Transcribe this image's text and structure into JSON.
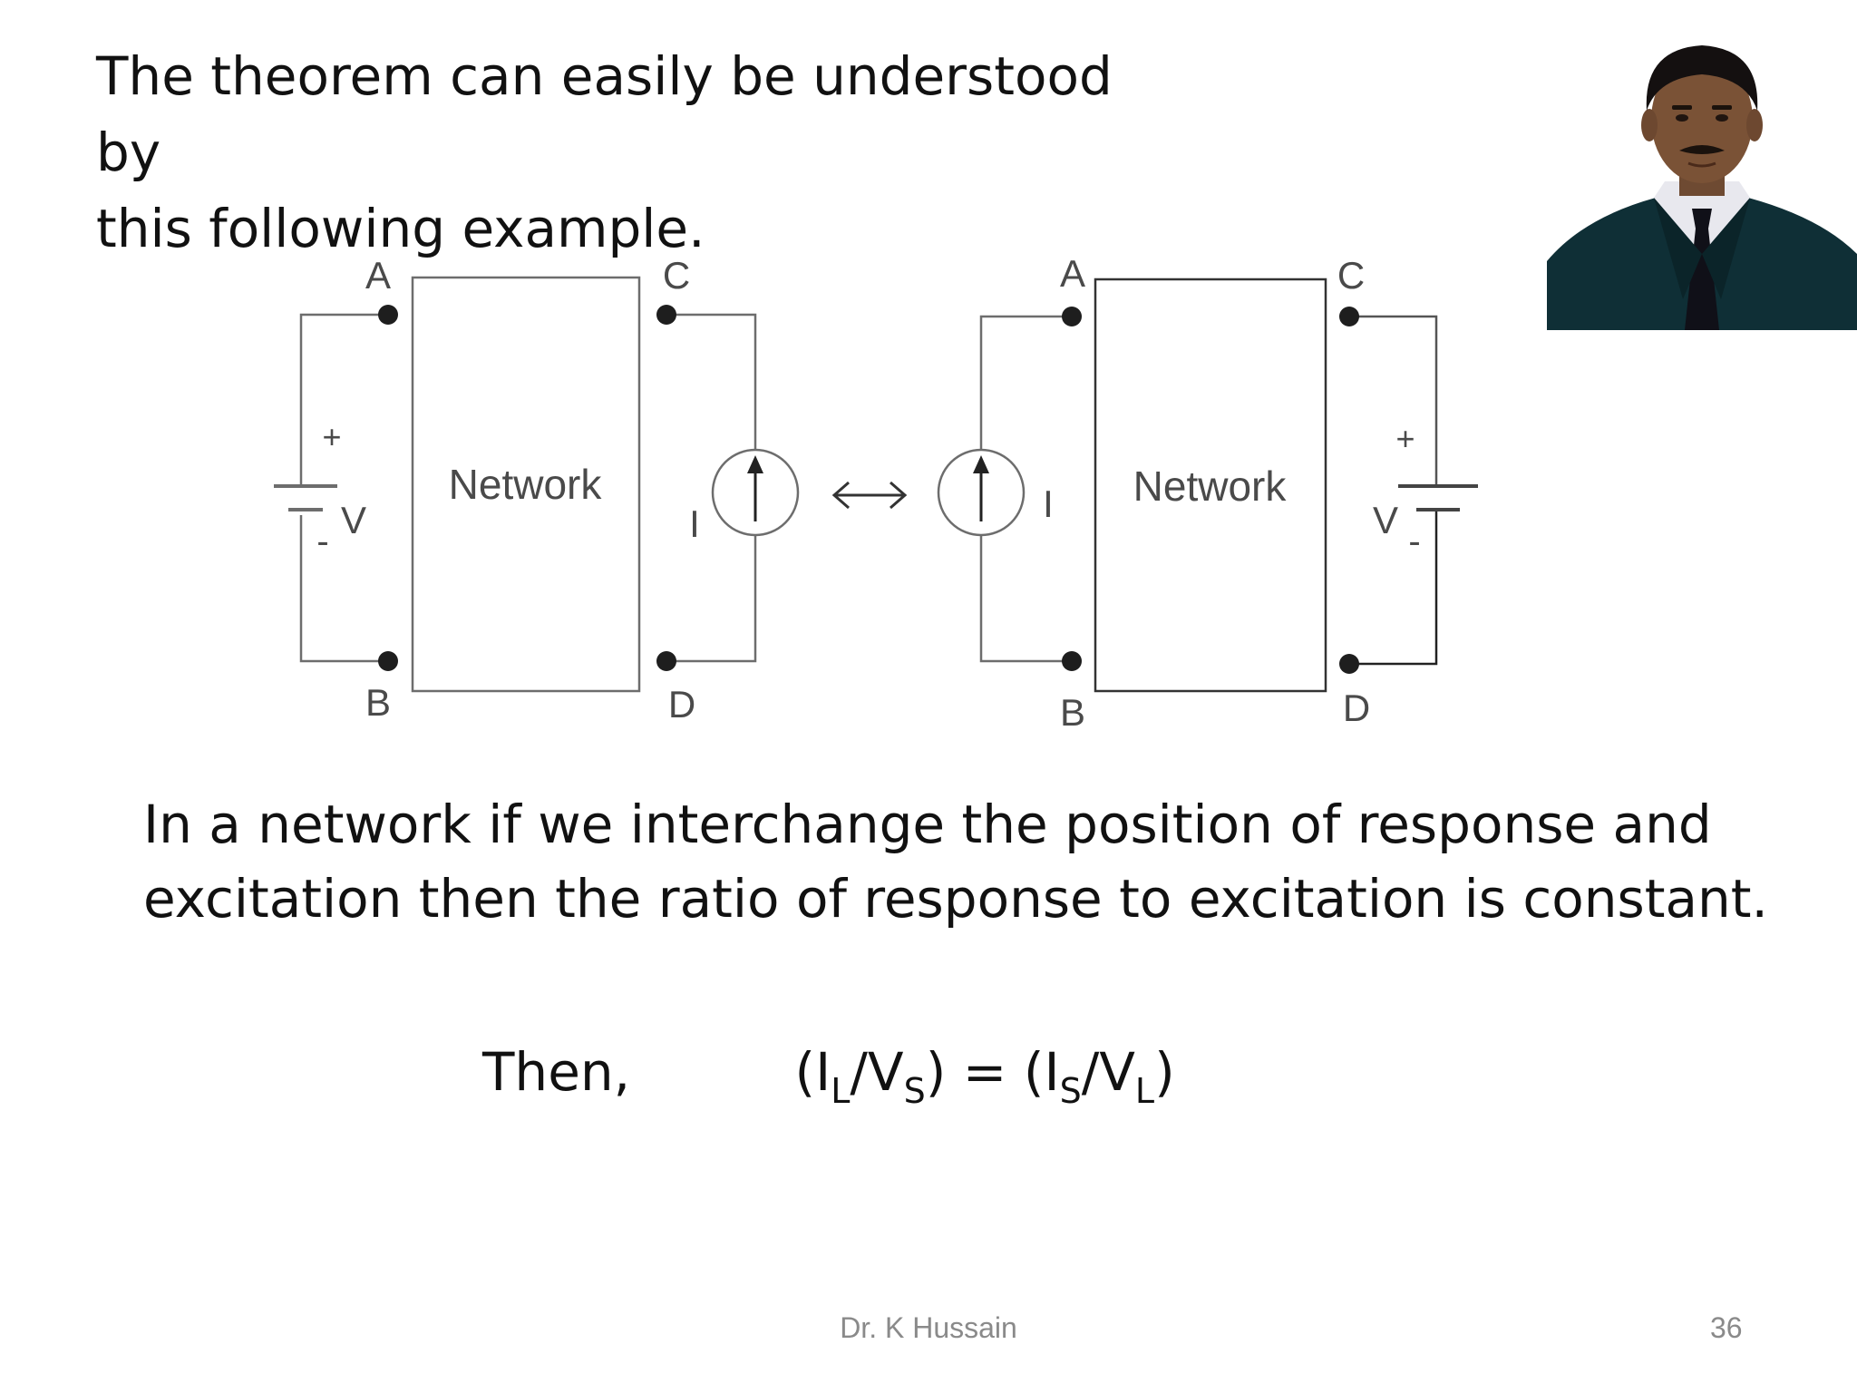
{
  "intro": {
    "line1": "The theorem can easily be understood by",
    "line2": "this following example."
  },
  "portrait": {
    "icon": "person-portrait-icon"
  },
  "diagram": {
    "left": {
      "block_label": "Network",
      "terminals": [
        "A",
        "B",
        "C",
        "D"
      ],
      "source_plus": "+",
      "source_minus": "-",
      "voltage_label": "V",
      "current_label": "I"
    },
    "swap_symbol": "↔",
    "right": {
      "block_label": "Network",
      "terminals": [
        "A",
        "B",
        "C",
        "D"
      ],
      "source_plus": "+",
      "source_minus": "-",
      "voltage_label": "V",
      "current_label": "I"
    }
  },
  "statement": {
    "line1": "In a network if we interchange the position of response and",
    "line2": "excitation then the ratio of response to excitation is constant."
  },
  "relation": {
    "prefix": "Then,",
    "I": "I",
    "V": "V",
    "sub_L": "L",
    "sub_S": "S"
  },
  "footer": {
    "author": "Dr. K Hussain",
    "page": "36"
  }
}
